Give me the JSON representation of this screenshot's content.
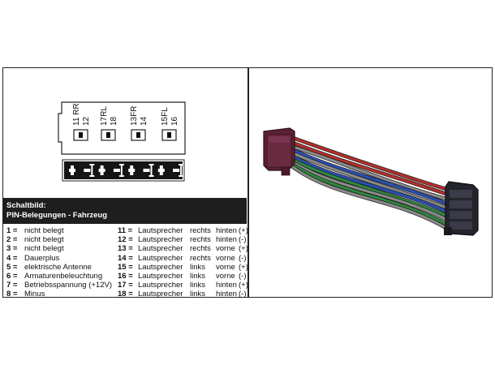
{
  "connector": {
    "groups": [
      {
        "top": "11 RR",
        "bottom": "12"
      },
      {
        "top": "17RL",
        "bottom": "18"
      },
      {
        "top": "13FR",
        "bottom": "14"
      },
      {
        "top": "15FL",
        "bottom": "16"
      }
    ]
  },
  "header": {
    "title": "Schaltbild:",
    "subtitle": "PIN-Belegungen - Fahrzeug"
  },
  "pins_left": [
    {
      "num": "1",
      "label": "nicht belegt"
    },
    {
      "num": "2",
      "label": "nicht belegt"
    },
    {
      "num": "3",
      "label": "nicht belegt"
    },
    {
      "num": "4",
      "label": "Dauerplus"
    },
    {
      "num": "5",
      "label": "elektrische Antenne"
    },
    {
      "num": "6",
      "label": "Armaturenbeleuchtung"
    },
    {
      "num": "7",
      "label": "Betriebsspannung (+12V)"
    },
    {
      "num": "8",
      "label": "Minus"
    }
  ],
  "pins_right": [
    {
      "num": "11",
      "label": "Lautsprecher",
      "side": "rechts",
      "pos": "hinten",
      "pol": "(+)"
    },
    {
      "num": "12",
      "label": "Lautsprecher",
      "side": "rechts",
      "pos": "hinten",
      "pol": "(-)"
    },
    {
      "num": "13",
      "label": "Lautsprecher",
      "side": "rechts",
      "pos": "vorne",
      "pol": "(+)"
    },
    {
      "num": "14",
      "label": "Lautsprecher",
      "side": "rechts",
      "pos": "vorne",
      "pol": "(-)"
    },
    {
      "num": "15",
      "label": "Lautsprecher",
      "side": "links",
      "pos": "vorne",
      "pol": "(+)"
    },
    {
      "num": "16",
      "label": "Lautsprecher",
      "side": "links",
      "pos": "vorne",
      "pol": "(-)"
    },
    {
      "num": "17",
      "label": "Lautsprecher",
      "side": "links",
      "pos": "hinten",
      "pol": "(+)"
    },
    {
      "num": "18",
      "label": "Lautsprecher",
      "side": "links",
      "pos": "hinten",
      "pol": "(-)"
    }
  ],
  "equals": "=",
  "colors": {
    "header_bg": "#1e1e1e",
    "wire_red": "#b0302c",
    "wire_blue": "#2a4fb0",
    "wire_green": "#2e8a3e",
    "wire_grey": "#8a8a8a",
    "plug_left": "#5a2235",
    "plug_right": "#24242c"
  }
}
